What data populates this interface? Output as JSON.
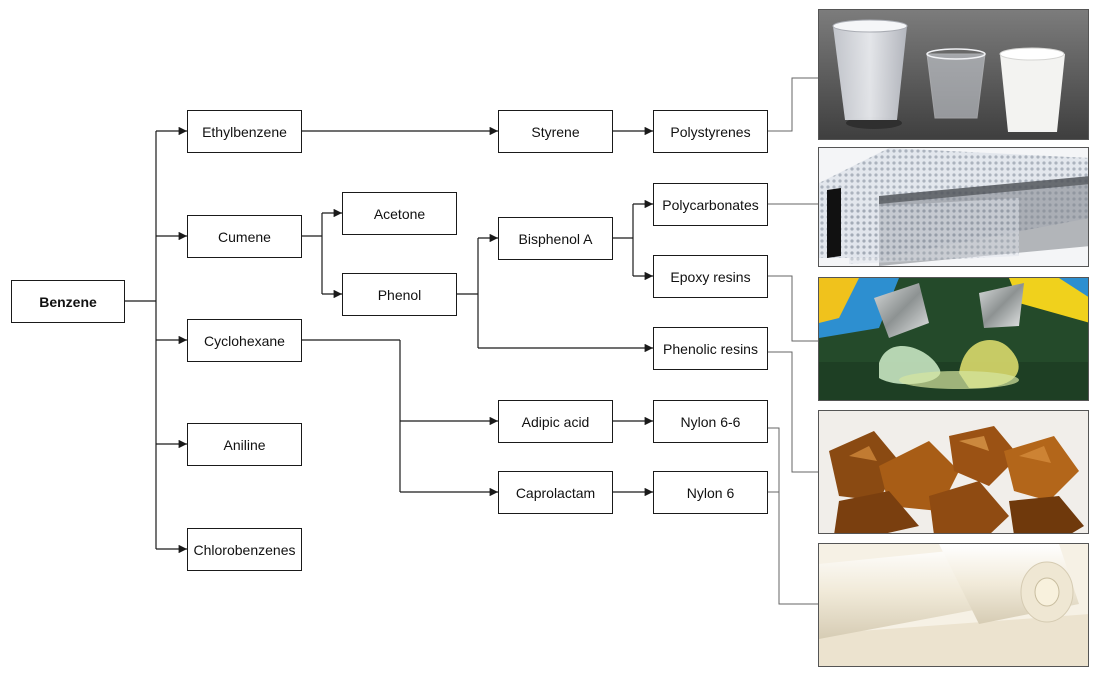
{
  "nodes": {
    "benzene": "Benzene",
    "ethylbenzene": "Ethylbenzene",
    "cumene": "Cumene",
    "cyclohexane": "Cyclohexane",
    "aniline": "Aniline",
    "chlorobenzenes": "Chlorobenzenes",
    "acetone": "Acetone",
    "phenol": "Phenol",
    "styrene": "Styrene",
    "bisphenol_a": "Bisphenol A",
    "adipic_acid": "Adipic acid",
    "caprolactam": "Caprolactam",
    "polystyrenes": "Polystyrenes",
    "polycarbonates": "Polycarbonates",
    "epoxy_resins": "Epoxy resins",
    "phenolic_resins": "Phenolic resins",
    "nylon_6_6": "Nylon 6-6",
    "nylon_6": "Nylon 6"
  },
  "edges": [
    [
      "benzene",
      "ethylbenzene"
    ],
    [
      "benzene",
      "cumene"
    ],
    [
      "benzene",
      "cyclohexane"
    ],
    [
      "benzene",
      "aniline"
    ],
    [
      "benzene",
      "chlorobenzenes"
    ],
    [
      "ethylbenzene",
      "styrene"
    ],
    [
      "styrene",
      "polystyrenes"
    ],
    [
      "cumene",
      "acetone"
    ],
    [
      "cumene",
      "phenol"
    ],
    [
      "phenol",
      "bisphenol_a"
    ],
    [
      "phenol",
      "phenolic_resins"
    ],
    [
      "bisphenol_a",
      "polycarbonates"
    ],
    [
      "bisphenol_a",
      "epoxy_resins"
    ],
    [
      "cyclohexane",
      "adipic_acid"
    ],
    [
      "cyclohexane",
      "caprolactam"
    ],
    [
      "adipic_acid",
      "nylon_6_6"
    ],
    [
      "caprolactam",
      "nylon_6"
    ]
  ],
  "photos": [
    {
      "id": "photo-polystyrene-cups",
      "depicts": "polystyrene cups",
      "links_to": [
        "polystyrenes"
      ]
    },
    {
      "id": "photo-polycarbonate-sheets",
      "depicts": "polycarbonate sheets",
      "links_to": [
        "polycarbonates"
      ]
    },
    {
      "id": "photo-epoxy-resin-tubes",
      "depicts": "epoxy resin tubes",
      "links_to": [
        "epoxy_resins"
      ]
    },
    {
      "id": "photo-phenolic-resin-chunks",
      "depicts": "phenolic resin chunks",
      "links_to": [
        "phenolic_resins"
      ]
    },
    {
      "id": "photo-nylon-rods",
      "depicts": "nylon rods",
      "links_to": [
        "nylon_6_6",
        "nylon_6"
      ]
    }
  ],
  "colors": {
    "line": "#1a1a1a",
    "photo_connector": "#666666"
  }
}
